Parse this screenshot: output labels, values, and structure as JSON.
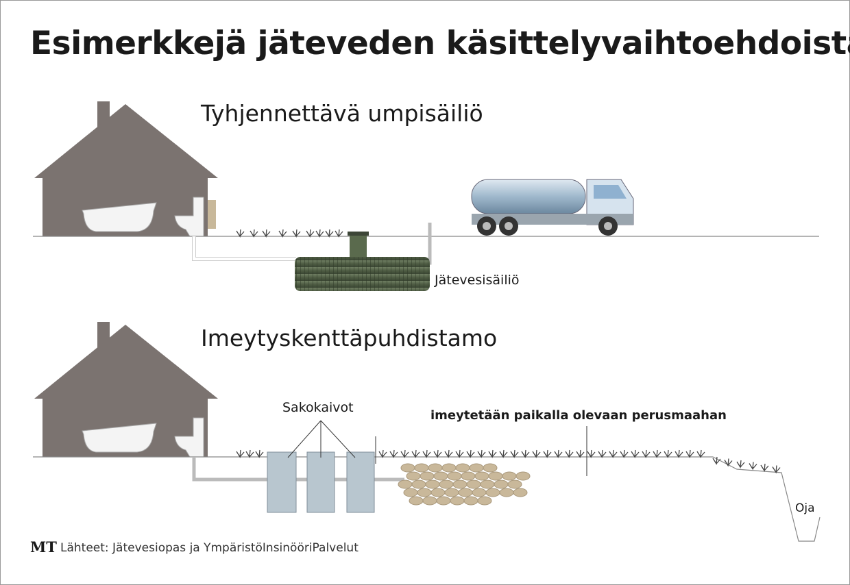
{
  "title": "Esimerkkejä jäteveden käsittelyvaihtoehdoista",
  "section1": {
    "heading": "Tyhjennettävä umpisäiliö",
    "tank_label": "Jätevesisäiliö"
  },
  "section2": {
    "heading": "Imeytyskenttäpuhdistamo",
    "wells_label": "Sakokaivot",
    "absorption_label": "imeytetään paikalla olevaan perusmaahan",
    "ditch_label": "Oja"
  },
  "footer": {
    "logo": "MT",
    "source": "Lähteet: Jätevesiopas ja YmpäristöInsinööriPalvelut"
  },
  "colors": {
    "house": "#7b7370",
    "tank": "#4f5d44",
    "well": "#b8c6cf",
    "stone": "#c9b89a",
    "truck": "#a9c3d8"
  }
}
